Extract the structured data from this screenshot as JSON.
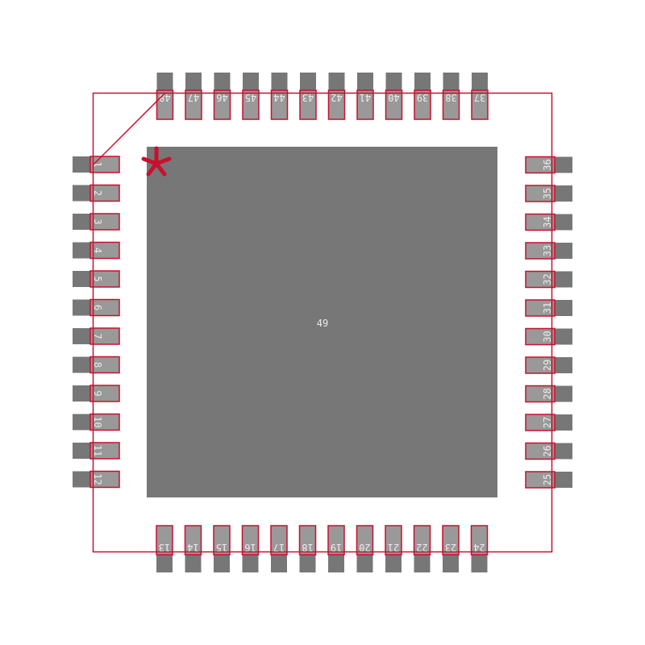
{
  "footprint": {
    "pins_left": [
      "1",
      "2",
      "3",
      "4",
      "5",
      "6",
      "7",
      "8",
      "9",
      "10",
      "11",
      "12"
    ],
    "pins_bottom": [
      "13",
      "14",
      "15",
      "16",
      "17",
      "18",
      "19",
      "20",
      "21",
      "22",
      "23",
      "24"
    ],
    "pins_right": [
      "25",
      "26",
      "27",
      "28",
      "29",
      "30",
      "31",
      "32",
      "33",
      "34",
      "35",
      "36"
    ],
    "pins_top": [
      "37",
      "38",
      "39",
      "40",
      "41",
      "42",
      "43",
      "44",
      "45",
      "46",
      "47",
      "48"
    ],
    "thermal_pad": "49",
    "pin1_marker": "*"
  },
  "colors": {
    "pad_copper": "#777777",
    "pad_paste": "#999999",
    "outline": "#c8102e",
    "label": "#ececec"
  }
}
